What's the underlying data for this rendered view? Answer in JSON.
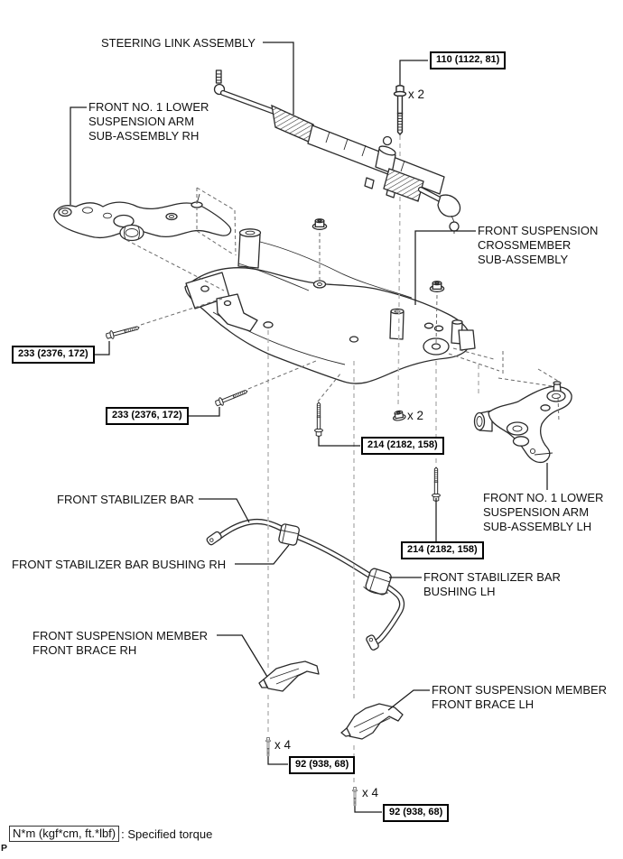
{
  "labels": {
    "steering_link": {
      "line1": "STEERING LINK ASSEMBLY"
    },
    "lower_arm_rh": {
      "line1": "FRONT NO. 1 LOWER",
      "line2": "SUSPENSION ARM",
      "line3": "SUB-ASSEMBLY RH"
    },
    "crossmember": {
      "line1": "FRONT SUSPENSION",
      "line2": "CROSSMEMBER",
      "line3": "SUB-ASSEMBLY"
    },
    "stabilizer_bar": {
      "line1": "FRONT STABILIZER BAR"
    },
    "stabilizer_bushing_rh": {
      "line1": "FRONT STABILIZER BAR BUSHING RH"
    },
    "stabilizer_bushing_lh": {
      "line1": "FRONT STABILIZER BAR",
      "line2": "BUSHING LH"
    },
    "brace_rh": {
      "line1": "FRONT SUSPENSION MEMBER",
      "line2": "FRONT BRACE RH"
    },
    "brace_lh": {
      "line1": "FRONT SUSPENSION MEMBER",
      "line2": "FRONT BRACE LH"
    },
    "lower_arm_lh": {
      "line1": "FRONT NO. 1 LOWER",
      "line2": "SUSPENSION ARM",
      "line3": "SUB-ASSEMBLY LH"
    }
  },
  "torque_specs": {
    "steering_rack_bolts": {
      "value": "110 (1122, 81)",
      "qty": "x 2"
    },
    "lower_arm_front_bolt": {
      "value": "233 (2376, 172)"
    },
    "lower_arm_rear_bolt": {
      "value": "233 (2376, 172)"
    },
    "crossmember_bolt_upper": {
      "value": "214 (2182, 158)"
    },
    "crossmember_bolt_lower": {
      "value": "214 (2182, 158)"
    },
    "crossmember_nuts_qty": "x 2",
    "brace_bolts_rh": {
      "value": "92 (938, 68)",
      "qty": "x 4"
    },
    "brace_bolts_lh": {
      "value": "92 (938, 68)",
      "qty": "x 4"
    }
  },
  "legend": {
    "unit_boxed": "N*m (kgf*cm, ft.*lbf)",
    "description": ": Specified torque"
  },
  "page_marker": "P"
}
